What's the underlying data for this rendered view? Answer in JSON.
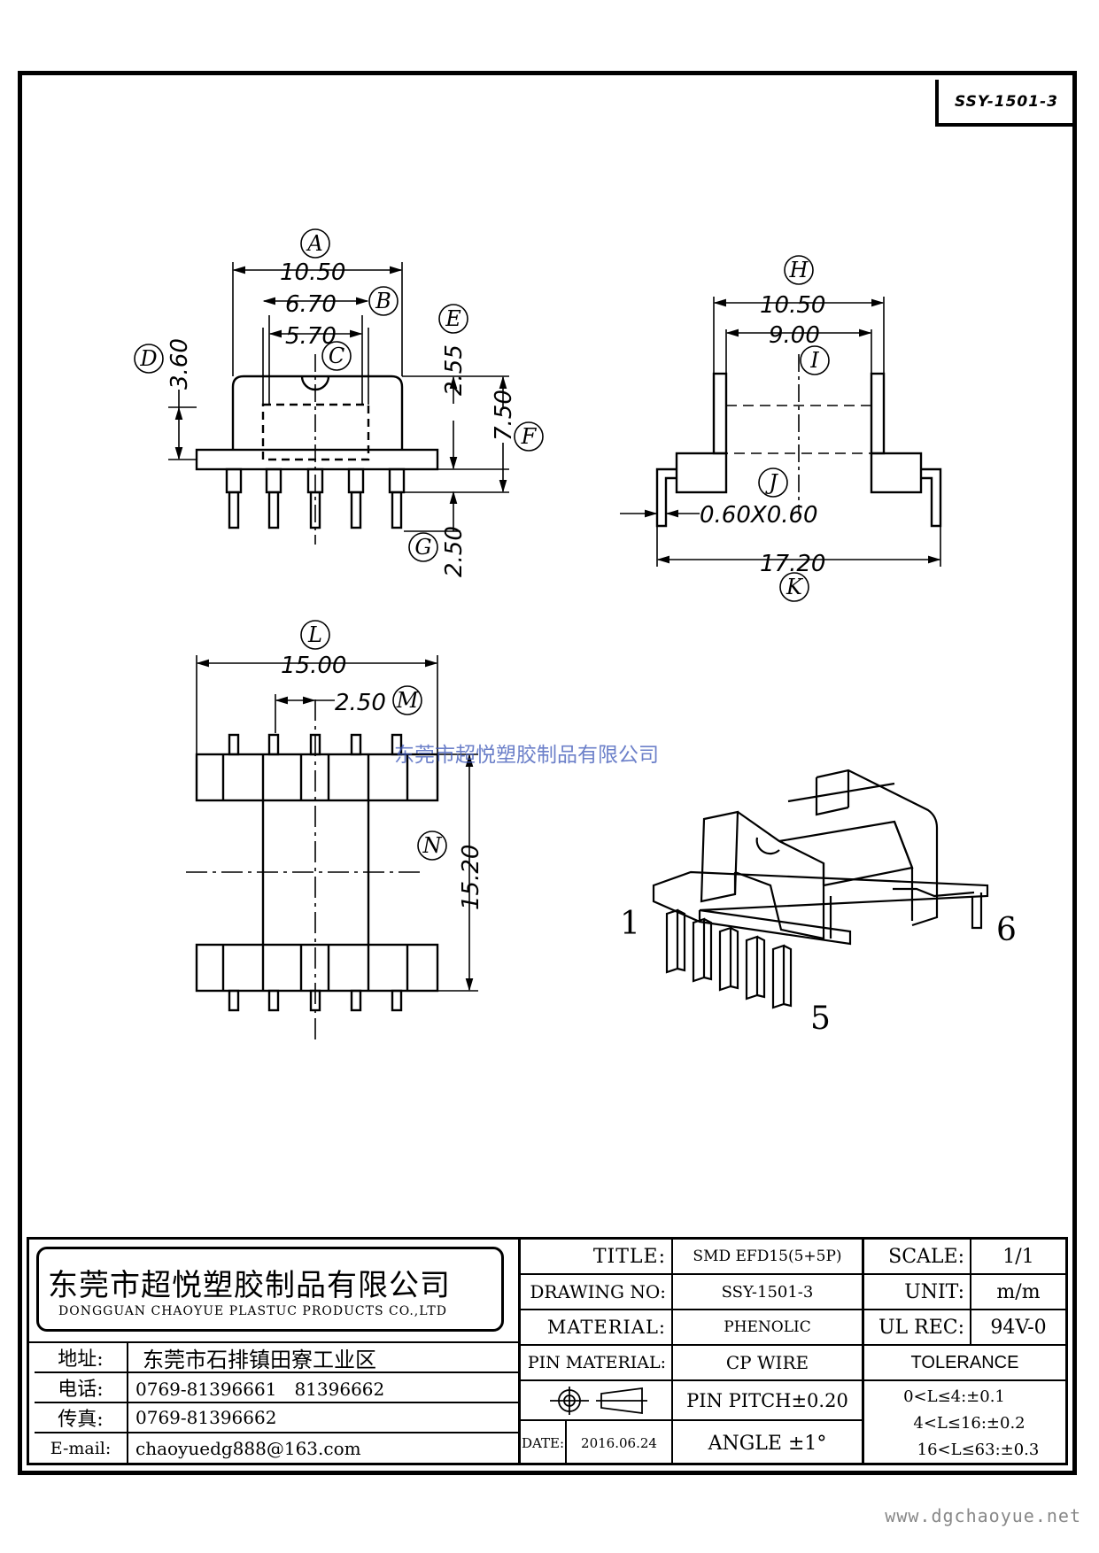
{
  "drawing_number": "SSY-1501-3",
  "watermark": "东莞市超悦塑胶制品有限公司",
  "front_view": {
    "dims": {
      "A": "10.50",
      "B": "6.70",
      "C": "5.70",
      "D": "3.60",
      "E": "2.55",
      "F": "7.50",
      "G": "2.50"
    },
    "labels": [
      "A",
      "B",
      "C",
      "D",
      "E",
      "F",
      "G"
    ]
  },
  "side_view": {
    "dims": {
      "H": "10.50",
      "I": "9.00",
      "J": "0.60X0.60",
      "K": "17.20"
    },
    "labels": [
      "H",
      "I",
      "J",
      "K"
    ]
  },
  "top_view": {
    "dims": {
      "L": "15.00",
      "M": "2.50",
      "N": "15.20"
    },
    "labels": [
      "L",
      "M",
      "N"
    ]
  },
  "iso_view": {
    "pins": [
      "1",
      "5",
      "6"
    ]
  },
  "title_block": {
    "company_cn": "东莞市超悦塑胶制品有限公司",
    "company_en": "DONGGUAN CHAOYUE PLASTUC PRODUCTS CO.,LTD",
    "address_label": "地址:",
    "address": "东莞市石排镇田寮工业区",
    "phone_label": "电话:",
    "phone": "0769-81396661　81396662",
    "fax_label": "传真:",
    "fax": "0769-81396662",
    "email_label": "E-mail:",
    "email": "chaoyuedg888@163.com",
    "title_label": "TITLE:",
    "title": "SMD EFD15(5+5P)",
    "drawing_no_label": "DRAWING NO:",
    "drawing_no": "SSY-1501-3",
    "material_label": "MATERIAL:",
    "material": "PHENOLIC",
    "pin_material_label": "PIN MATERIAL:",
    "pin_material": "CP WIRE",
    "pin_pitch": "PIN PITCH±0.20",
    "date_label": "DATE:",
    "date": "2016.06.24",
    "angle": "ANGLE ±1°",
    "scale_label": "SCALE:",
    "scale": "1/1",
    "unit_label": "UNIT:",
    "unit": "m/m",
    "ul_label": "UL REC:",
    "ul": "94V-0",
    "tolerance_label": "TOLERANCE",
    "tolerances": [
      "0<L≤4:±0.1",
      "4<L≤16:±0.2",
      "16<L≤63:±0.3"
    ]
  },
  "website": "www.dgchaoyue.net"
}
